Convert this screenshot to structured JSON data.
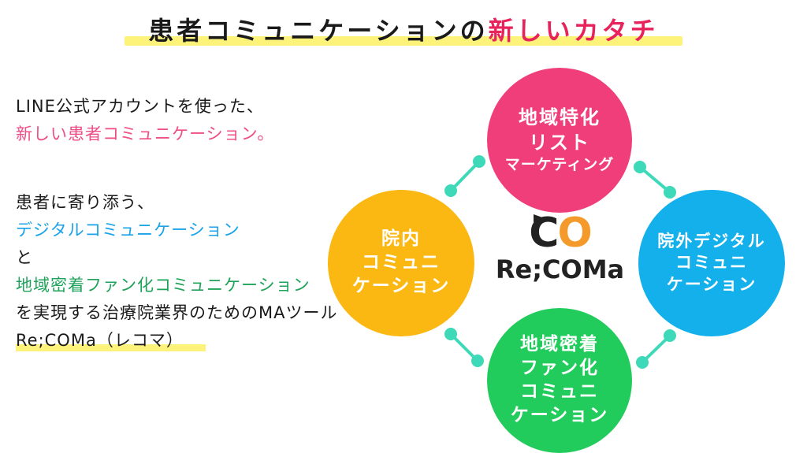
{
  "title": {
    "main": "患者コミュニケーションの",
    "accent": "新しいカタチ"
  },
  "intro": {
    "line1": "LINE公式アカウントを使った、",
    "line2": "新しい患者コミュニケーション。",
    "line3": "患者に寄り添う、",
    "line4": "デジタルコミュニケーション",
    "line5": "と",
    "line6": "地域密着ファン化コミュニケーション",
    "line7": "を実現する治療院業界のためのMAツール",
    "line8": "Re;COMa（レコマ）"
  },
  "circles": {
    "top": {
      "l1": "地域特化",
      "l2": "リスト",
      "l3": "マーケティング"
    },
    "left": {
      "l1": "院内",
      "l2": "コミュニ",
      "l3": "ケーション"
    },
    "right": {
      "l1": "院外デジタル",
      "l2": "コミュニ",
      "l3": "ケーション"
    },
    "bottom": {
      "l1": "地域密着",
      "l2": "ファン化",
      "l3": "コミュニ",
      "l4": "ケーション"
    }
  },
  "logo": {
    "mark_c": "C",
    "mark_o": "O",
    "name": "Re;COMa"
  },
  "colors": {
    "pink": "#f03e7a",
    "orange": "#fbb812",
    "blue": "#13b0ec",
    "green": "#22cc5c",
    "connector": "#3ed9b8",
    "highlight": "#fdf27a"
  }
}
